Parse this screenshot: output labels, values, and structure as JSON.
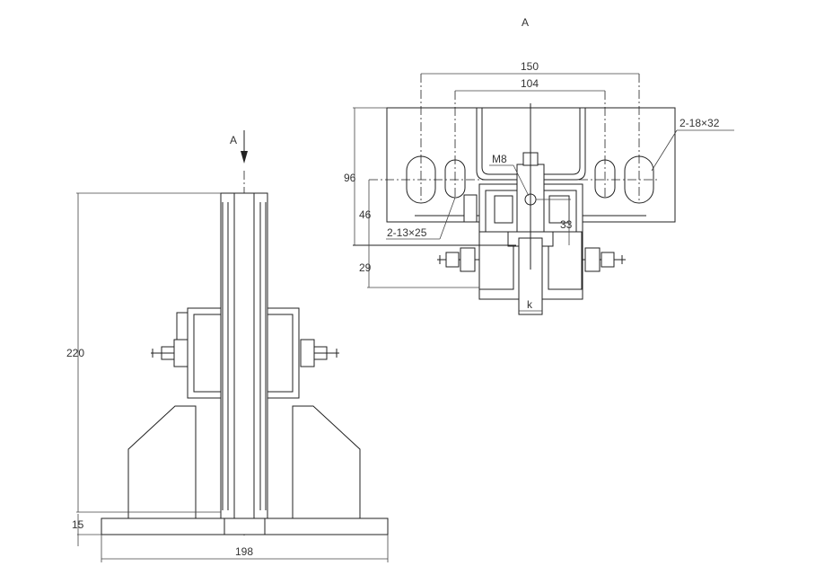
{
  "views": {
    "section_label": "A",
    "front_view": {
      "arrow_label": "A",
      "dimensions": {
        "height": "220",
        "base_thickness": "15",
        "base_width": "198"
      }
    },
    "top_view": {
      "title": "A",
      "dimensions": {
        "outer_hole_spacing": "150",
        "inner_hole_spacing": "104",
        "total_height": "96",
        "hole_height": "46",
        "lower_offset": "29",
        "bolt_offset": "33",
        "rail_width": "k"
      },
      "callouts": {
        "large_slots": "2-18×32",
        "small_slots": "2-13×25",
        "bolt": "M8"
      }
    }
  }
}
